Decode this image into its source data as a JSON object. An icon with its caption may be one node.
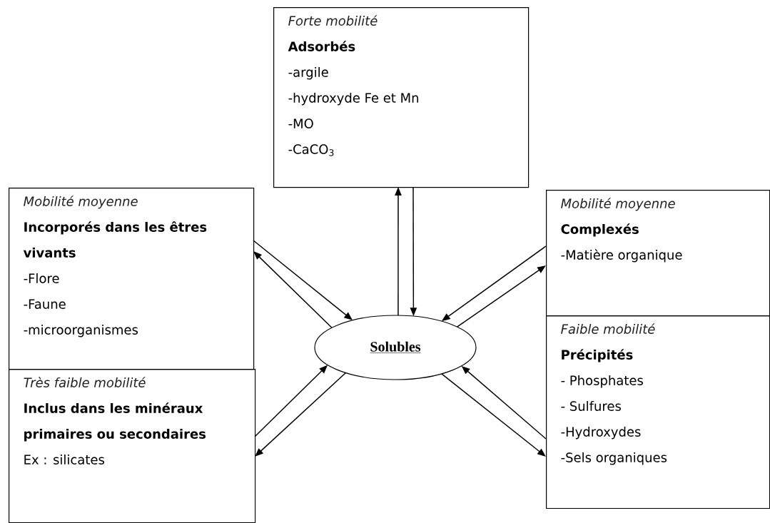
{
  "diagram": {
    "nodes": [
      {
        "text": [
          "Forte mobilité",
          "Adsorbés",
          "-argile",
          "-hydroxyde Fe et Mn",
          "-MO",
          "-CaCO$_{3}$"
        ]
      },
      {
        "text": [
          "Mobilité moyenne",
          "Incorporés dans les êtres vivants",
          "-Flore",
          "-Faune",
          "-microorganismes"
        ]
      },
      {
        "text": [
          "Mobilité moyenne",
          "Complexés",
          "-Matière organique"
        ]
      },
      {
        "text": [
          "Solubles"
        ]
      },
      {
        "text": [
          "Très faible mobilité",
          "Inclus dans les minéraux primaires ou secondaires",
          "Ex : silicates"
        ]
      },
      {
        "text": [
          "Faible mobilité",
          "Précipités",
          "- Phosphates",
          "- Sulfures",
          "-Hydroxydes",
          "-Sels organiques"
        ]
      }
    ],
    "edges": [
      {
        "from": 3,
        "to": 0,
        "arrow": "to"
      },
      {
        "from": 0,
        "to": 3,
        "arrow": "to"
      },
      {
        "from": 1,
        "to": 3,
        "arrow": "to"
      },
      {
        "from": 3,
        "to": 1,
        "arrow": "to"
      },
      {
        "from": 2,
        "to": 3,
        "arrow": "to"
      },
      {
        "from": 3,
        "to": 2,
        "arrow": "to"
      },
      {
        "from": 4,
        "to": 3,
        "arrow": "to"
      },
      {
        "from": 3,
        "to": 4,
        "arrow": "to"
      },
      {
        "from": 3,
        "to": 5,
        "arrow": "to"
      },
      {
        "from": 5,
        "to": 3,
        "arrow": "to"
      }
    ]
  }
}
